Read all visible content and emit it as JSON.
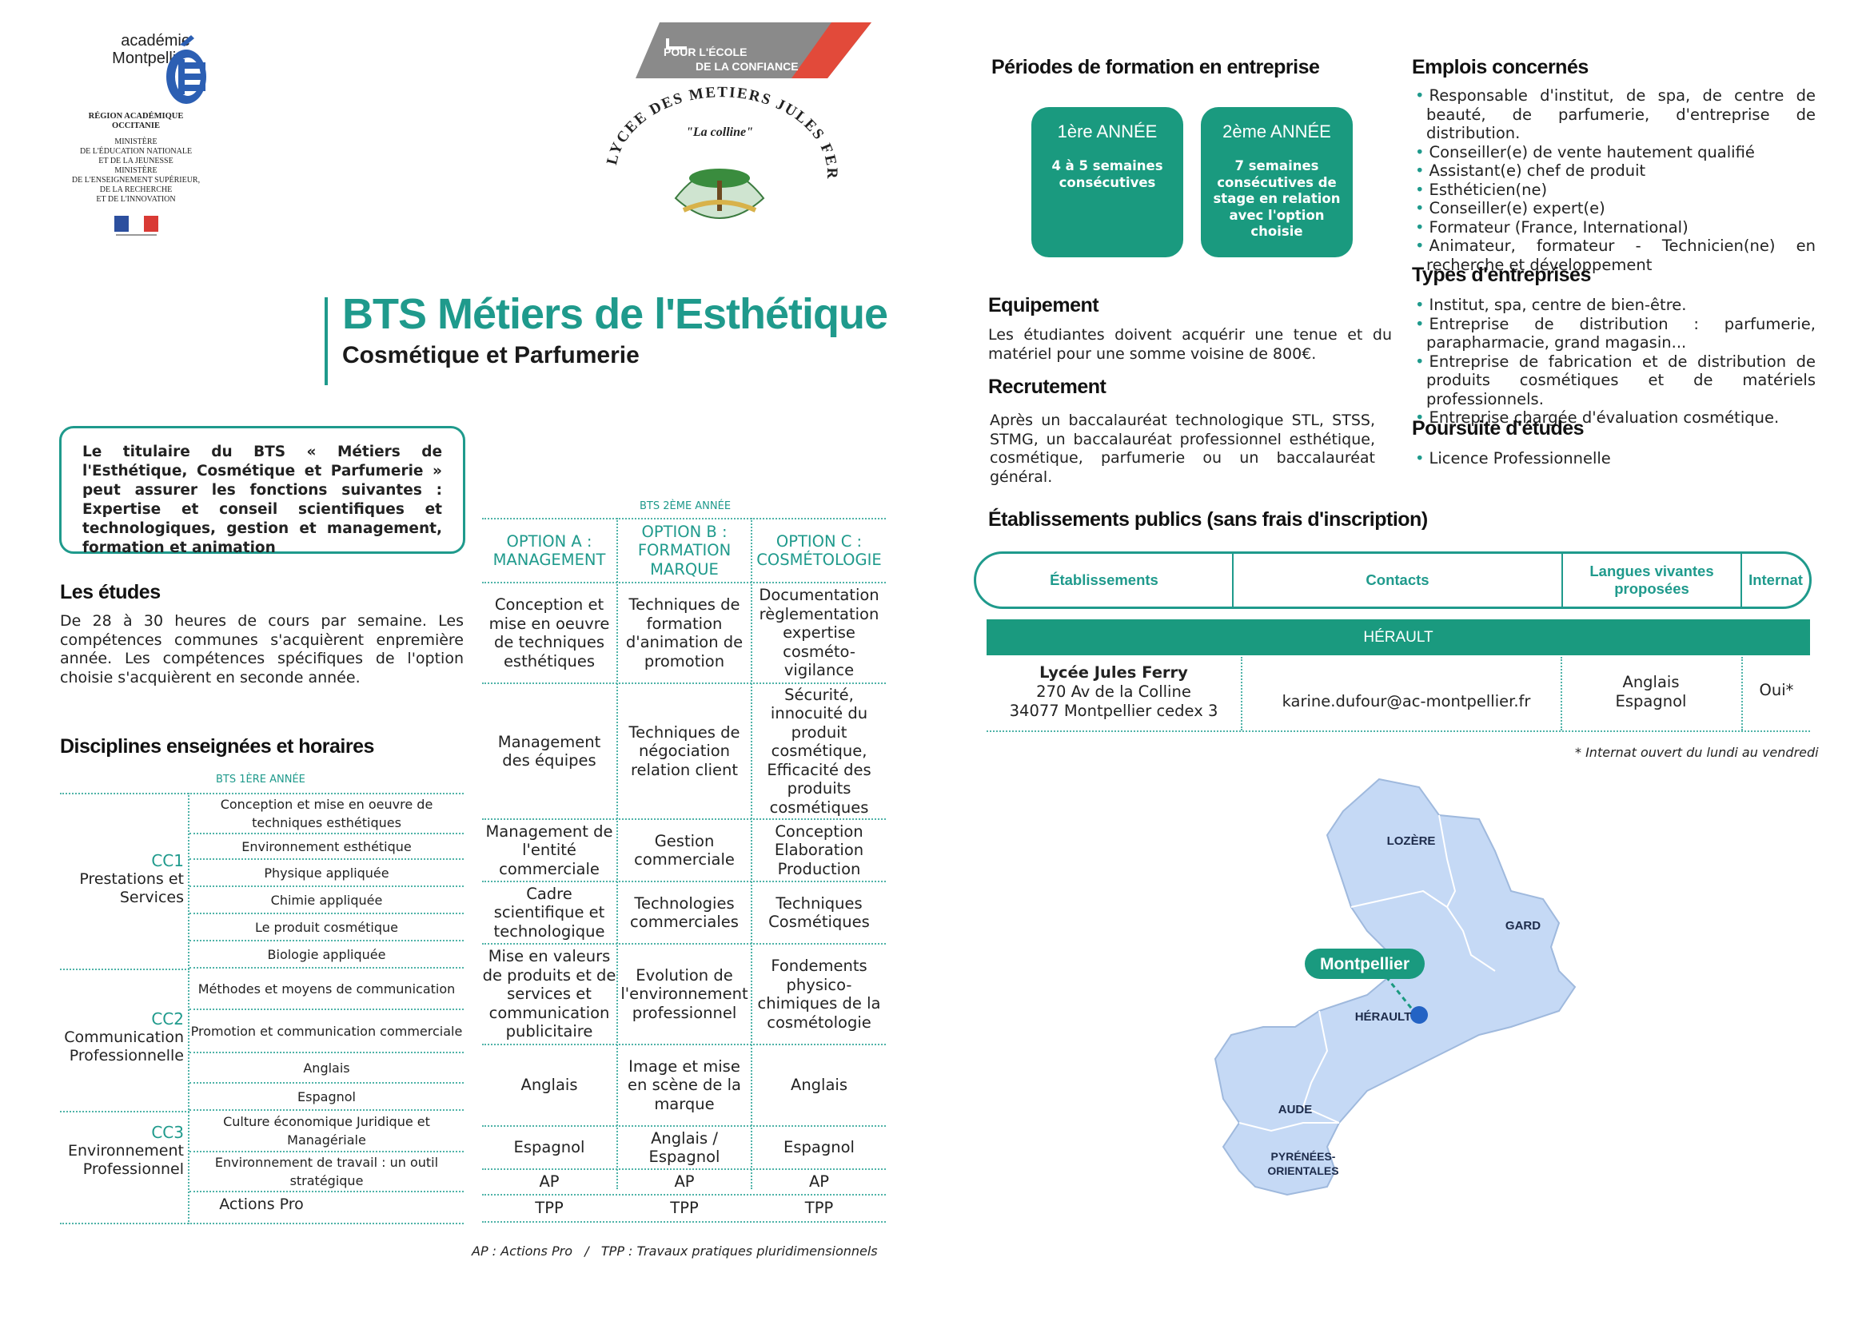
{
  "header": {
    "academie_word1": "académie",
    "academie_word2": "Montpellier",
    "region": "RÉGION ACADÉMIQUE\nOCCITANIE",
    "ministere1": "MINISTÈRE\nDE L'ÉDUCATION NATIONALE\nET DE LA JEUNESSE",
    "ministere2": "MINISTÈRE\nDE L'ENSEIGNEMENT SUPÉRIEUR,\nDE LA RECHERCHE\nET DE L'INNOVATION",
    "slogan_line1": "POUR L'ÉCOLE",
    "slogan_line2": "DE LA CONFIANCE",
    "lycee_arc": "LYCEE DES METIERS JULES FERRY",
    "lycee_sub": "\"La colline\""
  },
  "title": {
    "main": "BTS Métiers de l'Esthétique",
    "sub": "Cosmétique et Parfumerie"
  },
  "intro": "Le titulaire du BTS « Métiers de l'Esthétique, Cosmétique et Parfumerie » peut assurer les fonctions suivantes : Expertise et conseil scientifiques et technologiques, gestion et management, formation et animation",
  "etudes": {
    "heading": "Les études",
    "text": "De 28 à 30 heures de cours par semaine. Les compétences communes s'acquièrent enpremière année. Les compétences spécifiques de l'option choisie s'acquièrent en seconde année."
  },
  "disciplines": {
    "heading": "Disciplines enseignées et horaires",
    "year1_label": "BTS 1ÈRE ANNÉE",
    "cc1_code": "CC1",
    "cc1_name": "Prestations et Services",
    "cc2_code": "CC2",
    "cc2_name": "Communication Professionnelle",
    "cc3_code": "CC3",
    "cc3_name": "Environnement Professionnel",
    "rows": [
      "Conception et mise en oeuvre de techniques esthétiques",
      "Environnement esthétique",
      "Physique appliquée",
      "Chimie appliquée",
      "Le produit cosmétique",
      "Biologie appliquée",
      "Méthodes et moyens de communication",
      "Promotion et communication commerciale",
      "Anglais",
      "Espagnol",
      "Culture économique Juridique et Managériale",
      "Environnement de travail : un outil stratégique",
      "Actions Pro"
    ]
  },
  "year2": {
    "label": "BTS 2ÈME ANNÉE",
    "headers": [
      "OPTION A : MANAGEMENT",
      "OPTION B : FORMATION MARQUE",
      "OPTION C : COSMÉTOLOGIE"
    ],
    "rows": [
      [
        "Conception et mise en oeuvre de techniques esthétiques",
        "Techniques de formation d'animation de promotion",
        "Documentation règlementation expertise cosméto-vigilance"
      ],
      [
        "Management des équipes",
        "Techniques de négociation relation client",
        "Sécurité, innocuité du produit cosmétique, Efficacité des produits cosmétiques"
      ],
      [
        "Management de l'entité commerciale",
        "Gestion commerciale",
        "Conception Elaboration Production"
      ],
      [
        "Cadre scientifique et technologique",
        "Technologies commerciales",
        "Techniques Cosmétiques"
      ],
      [
        "Mise en valeurs de produits et de services et communication publicitaire",
        "Evolution de l'environnement professionnel",
        "Fondements physico-chimiques de la cosmétologie"
      ],
      [
        "Anglais",
        "Image et mise en scène de la marque",
        "Anglais"
      ],
      [
        "Espagnol",
        "Anglais / Espagnol",
        "Espagnol"
      ],
      [
        "AP",
        "AP",
        "AP"
      ],
      [
        "TPP",
        "TPP",
        "TPP"
      ]
    ],
    "footnote": "AP : Actions Pro   /   TPP : Travaux pratiques pluridimensionnels"
  },
  "periodes": {
    "heading": "Périodes de formation en entreprise",
    "year1_title": "1ère ANNÉE",
    "year1_desc": "4 à 5 semaines consécutives",
    "year2_title": "2ème ANNÉE",
    "year2_desc": "7 semaines consécutives de stage en relation avec l'option choisie"
  },
  "equipement": {
    "heading": "Equipement",
    "text": "Les étudiantes doivent acquérir une tenue et du matériel pour une somme voisine de 800€."
  },
  "recrutement": {
    "heading": "Recrutement",
    "text": "Après un baccalauréat technologique STL, STSS, STMG, un baccalauréat professionnel esthétique, cosmétique, parfumerie ou un baccalauréat général."
  },
  "emplois": {
    "heading": "Emplois concernés",
    "items": [
      "Responsable d'institut, de spa, de centre de beauté, de parfumerie, d'entreprise de distribution.",
      "Conseiller(e) de vente hautement qualifié",
      "Assistant(e) chef de produit",
      "Esthéticien(ne)",
      "Conseiller(e) expert(e)",
      "Formateur (France, International)",
      "Animateur, formateur - Technicien(ne) en recherche et développement"
    ]
  },
  "types": {
    "heading": "Types d'entreprises",
    "items": [
      "Institut, spa, centre de bien-être.",
      "Entreprise de distribution : parfumerie, parapharmacie, grand magasin...",
      "Entreprise de fabrication et de distribution de produits cosmétiques et de matériels professionnels.",
      "Entreprise chargée d'évaluation cosmétique."
    ]
  },
  "poursuite": {
    "heading": "Poursuite d'études",
    "items": [
      "Licence Professionnelle"
    ]
  },
  "etablissements": {
    "heading": "Établissements publics (sans frais d'inscription)",
    "col_etab": "Établissements",
    "col_contacts": "Contacts",
    "col_langues": "Langues vivantes proposées",
    "col_internat": "Internat",
    "region": "HÉRAULT",
    "name": "Lycée Jules Ferry",
    "addr1": "270 Av de la Colline",
    "addr2": "34077 Montpellier cedex 3",
    "email": "karine.dufour@ac-montpellier.fr",
    "langues": "Anglais\nEspagnol",
    "internat": "Oui*",
    "footnote": "* Internat ouvert du lundi au vendredi"
  },
  "map": {
    "labels": {
      "lozere": "LOZÈRE",
      "gard": "GARD",
      "herault": "HÉRAULT",
      "aude": "AUDE",
      "po": "PYRÉNÉES-\nORIENTALES"
    },
    "city": "Montpellier"
  },
  "colors": {
    "teal": "#1f9a8c",
    "green_box": "#1a9a7f",
    "map_fill": "#c5d9f5"
  }
}
